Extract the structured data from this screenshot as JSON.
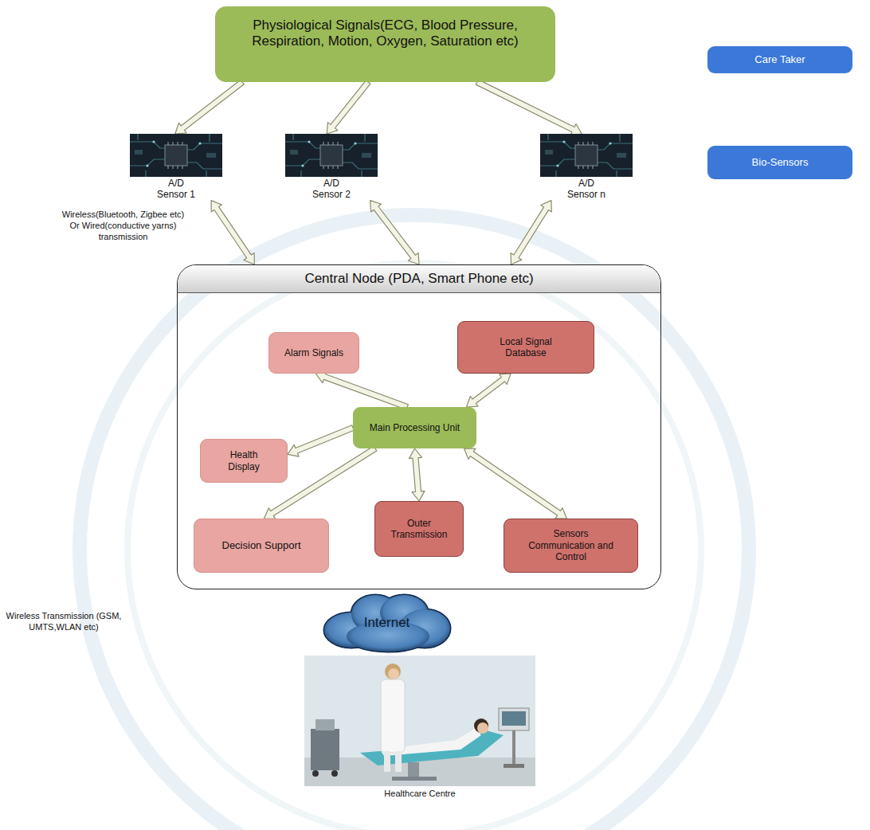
{
  "diagram": {
    "nodes": [
      {
        "text": [
          "Physiological Signals(ECG, Blood Pressure, Respiration, Motion, Oxygen, Saturation etc)"
        ]
      },
      {
        "text": [
          "Care Taker"
        ]
      },
      {
        "text": [
          "Bio-Sensors"
        ]
      },
      {
        "text": [
          "A/D Sensor 1"
        ]
      },
      {
        "text": [
          "A/D Sensor 2"
        ]
      },
      {
        "text": [
          "A/D Sensor n"
        ]
      },
      {
        "text": [
          "Central Node (PDA, Smart Phone etc)"
        ]
      },
      {
        "text": [
          "Alarm Signals"
        ],
        "in": 6
      },
      {
        "text": [
          "Local Signal Database"
        ],
        "in": 6
      },
      {
        "text": [
          "Main Processing Unit"
        ],
        "in": 6
      },
      {
        "text": [
          "Health Display"
        ],
        "in": 6
      },
      {
        "text": [
          "Decision Support"
        ],
        "in": 6
      },
      {
        "text": [
          "Outer Transmission"
        ],
        "in": 6
      },
      {
        "text": [
          "Sensors Communication and Control"
        ],
        "in": 6
      },
      {
        "text": [
          "Internet"
        ]
      },
      {
        "text": [
          "Healthcare Centre"
        ]
      }
    ],
    "edges": [
      {
        "from": 0,
        "to": 3,
        "arrow": "to"
      },
      {
        "from": 0,
        "to": 4,
        "arrow": "to"
      },
      {
        "from": 0,
        "to": 5,
        "arrow": "to"
      },
      {
        "from": 3,
        "to": 6,
        "arrow": "both"
      },
      {
        "from": 4,
        "to": 6,
        "arrow": "both"
      },
      {
        "from": 5,
        "to": 6,
        "arrow": "both"
      },
      {
        "from": 9,
        "to": 7,
        "arrow": "to"
      },
      {
        "from": 9,
        "to": 8,
        "arrow": "both"
      },
      {
        "from": 9,
        "to": 10,
        "arrow": "to"
      },
      {
        "from": 9,
        "to": 11,
        "arrow": "to"
      },
      {
        "from": 9,
        "to": 12,
        "arrow": "both"
      },
      {
        "from": 9,
        "to": 13,
        "arrow": "both"
      }
    ],
    "labels": [
      "Wireless(Bluetooth, Zigbee etc) Or Wired(conductive yarns) transmission",
      "Wireless Transmission (GSM, UMTS,WLAN etc)"
    ]
  }
}
